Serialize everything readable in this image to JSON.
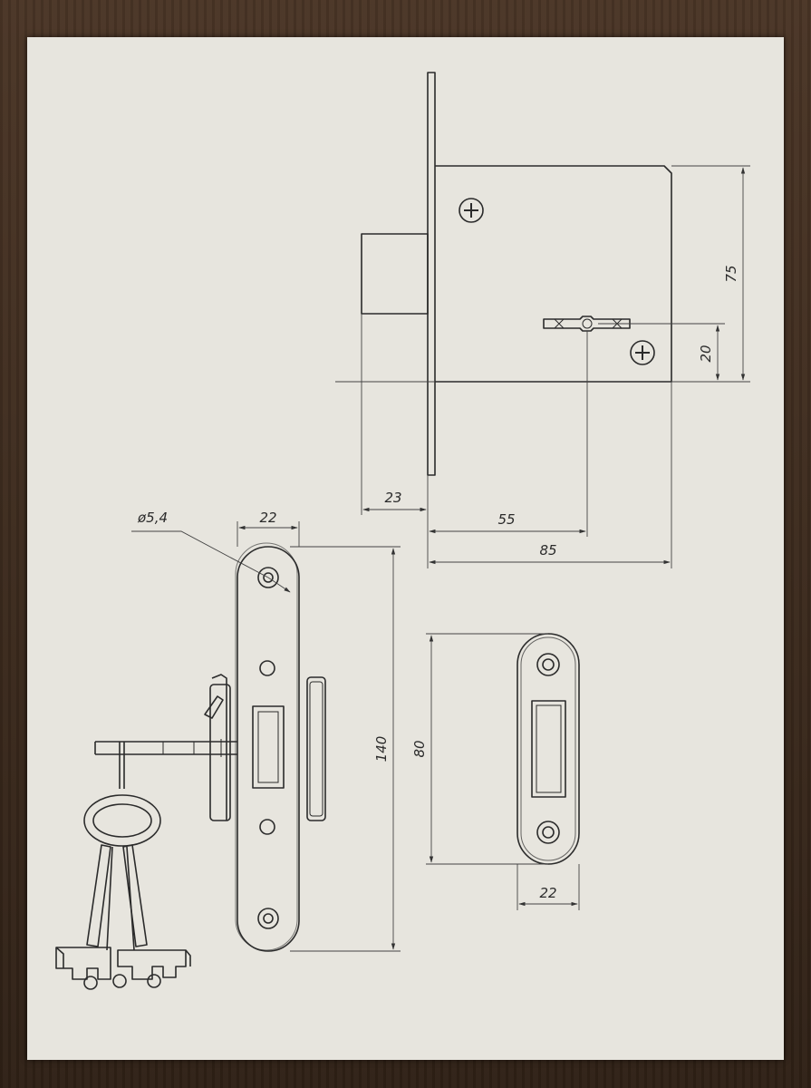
{
  "dimensions": {
    "body_height": "75",
    "key_offset": "20",
    "bolt_projection": "23",
    "backset": "55",
    "body_depth": "85",
    "hole_diameter": "ø5,4",
    "faceplate_width": "22",
    "faceplate_length": "140",
    "strike_length": "80",
    "strike_width": "22"
  },
  "colors": {
    "paper": "#e7e5de",
    "ink": "#2b2b2b",
    "frame": "#3a2a1e"
  }
}
